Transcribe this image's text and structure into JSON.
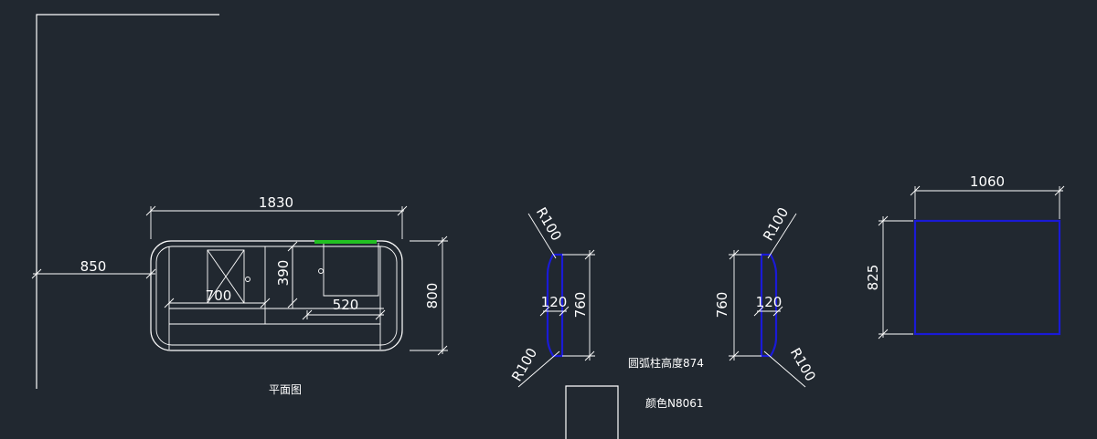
{
  "drawing": {
    "background_color": "#212830",
    "line_color": "#ffffff",
    "accent_blue": "#1a1ad6",
    "accent_green": "#22c022",
    "plan": {
      "dim_total_width": "1830",
      "dim_left_offset": "850",
      "dim_depth": "800",
      "dim_inner_height": "390",
      "dim_sink_width": "700",
      "dim_compartment_width": "520",
      "title": "平面图"
    },
    "column_left": {
      "radius_top": "R100",
      "radius_bottom": "R100",
      "width": "120",
      "height": "760"
    },
    "column_right": {
      "radius_top": "R100",
      "radius_bottom": "R100",
      "width": "120",
      "height": "760"
    },
    "panel": {
      "width": "1060",
      "height": "825"
    },
    "notes": {
      "column_height": "圆弧柱高度874",
      "color": "颜色N8061"
    }
  }
}
